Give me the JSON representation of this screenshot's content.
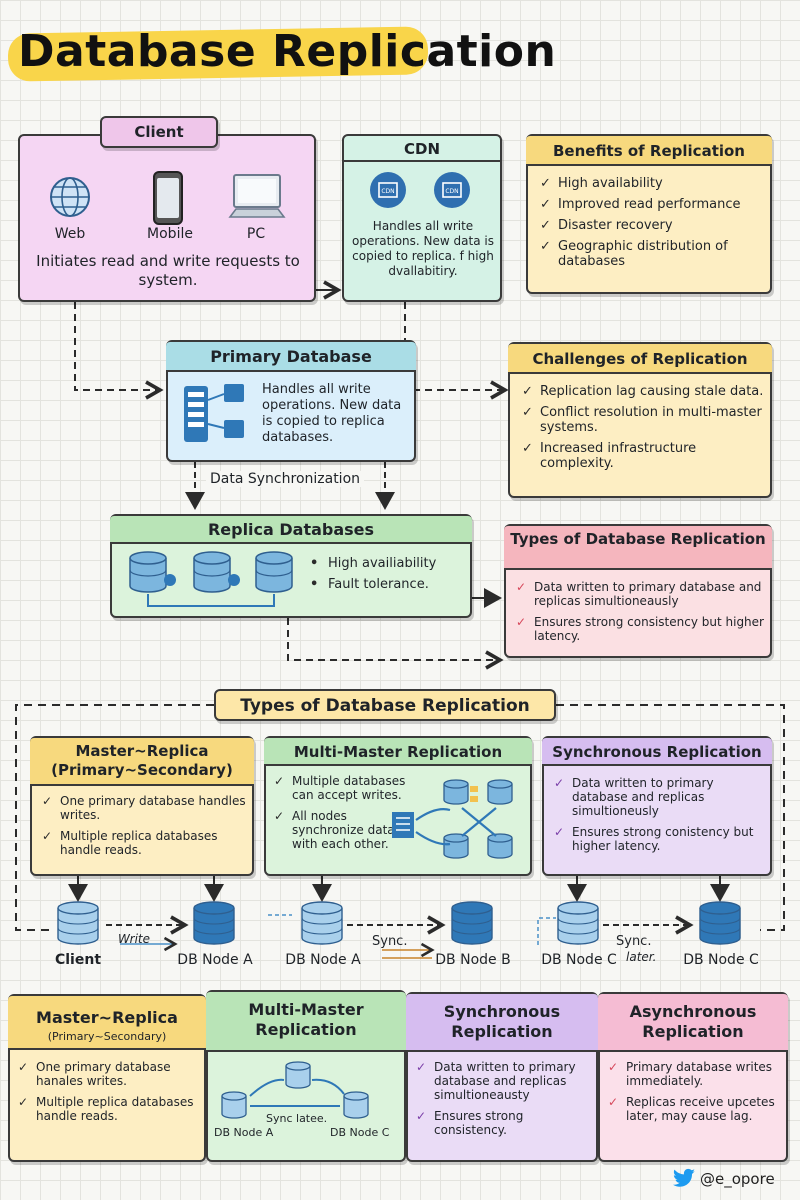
{
  "title": "Database Replication",
  "client": {
    "title": "Client",
    "devices": [
      "Web",
      "Mobile",
      "PC"
    ],
    "desc": "Initiates read and write requests to system."
  },
  "cdn": {
    "title": "CDN",
    "icon_label": "CDN",
    "desc": "Handles all write operations. New data is copied to replica. f high dvallabitiry."
  },
  "benefits": {
    "title": "Benefits of Replication",
    "items": [
      "High availability",
      "Improved read performance",
      "Disaster recovery",
      "Geographic distribution of databases"
    ]
  },
  "primary": {
    "title": "Primary Database",
    "desc": "Handles all write operations. New data is copied to replica databases."
  },
  "challenges": {
    "title": "Challenges of Replication",
    "items": [
      "Replication lag causing stale data.",
      "Conflict resolution in multi-master systems.",
      "Increased infrastructure complexity."
    ]
  },
  "sync_label": "Data Synchronization",
  "replica": {
    "title": "Replica Databases",
    "items": [
      "High availiability",
      "Fault tolerance."
    ]
  },
  "types_top": {
    "title": "Types of Database Replication",
    "items": [
      "Data written to primary database and replicas simultioneausly",
      "Ensures strong consistency but higher latency."
    ]
  },
  "types_banner": "Types of Database Replication",
  "master_replica": {
    "title": "Master~Replica (Primary~Secondary)",
    "items": [
      "One primary database handles writes.",
      "Multiple replica databases handle reads."
    ]
  },
  "multi_master": {
    "title": "Multi-Master Replication",
    "items": [
      "Multiple databases can accept writes.",
      "All nodes synchronize data with each other."
    ]
  },
  "sync_rep": {
    "title": "Synchronous Replication",
    "items": [
      "Data written to primary database and replicas simultioneusly",
      "Ensures strong conistency but higher latency."
    ]
  },
  "nodes_row": {
    "labels": [
      "Client",
      "DB Node A",
      "DB Node A",
      "DB Node B",
      "DB Node C",
      "DB Node C"
    ],
    "write": "Write",
    "sync": "Sync.",
    "sync_later_1": "Sync.",
    "sync_later_2": "later."
  },
  "bottom": {
    "master_replica": {
      "title": "Master~Replica",
      "subtitle": "(Primary~Secondary)",
      "items": [
        "One primary database hanales writes.",
        "Multiple replica databases handle reads."
      ]
    },
    "multi_master": {
      "title": "Multi-Master Replication",
      "node_a": "DB Node A",
      "node_c": "DB Node C",
      "sync": "Sync latee."
    },
    "synchronous": {
      "title": "Synchronous Replication",
      "items": [
        "Data written to primary database and replicas simultioneausty",
        "Ensures strong consistency."
      ]
    },
    "asynchronous": {
      "title": "Asynchronous Replication",
      "items": [
        "Primary database writes immediately.",
        "Replicas receive upcetes later, may cause lag."
      ]
    }
  },
  "handle": "@e_opore",
  "colors": {
    "title_highlight": "#f9d54a",
    "client_bg": "#f5d6f3",
    "cdn_bg": "#d5f2e6",
    "benefits_bg": "#fdeec3",
    "primary_bg": "#dbeffb",
    "replica_bg": "#dcf3dc",
    "types_bg": "#fbe0e3",
    "db_blue": "#2f78b7"
  }
}
